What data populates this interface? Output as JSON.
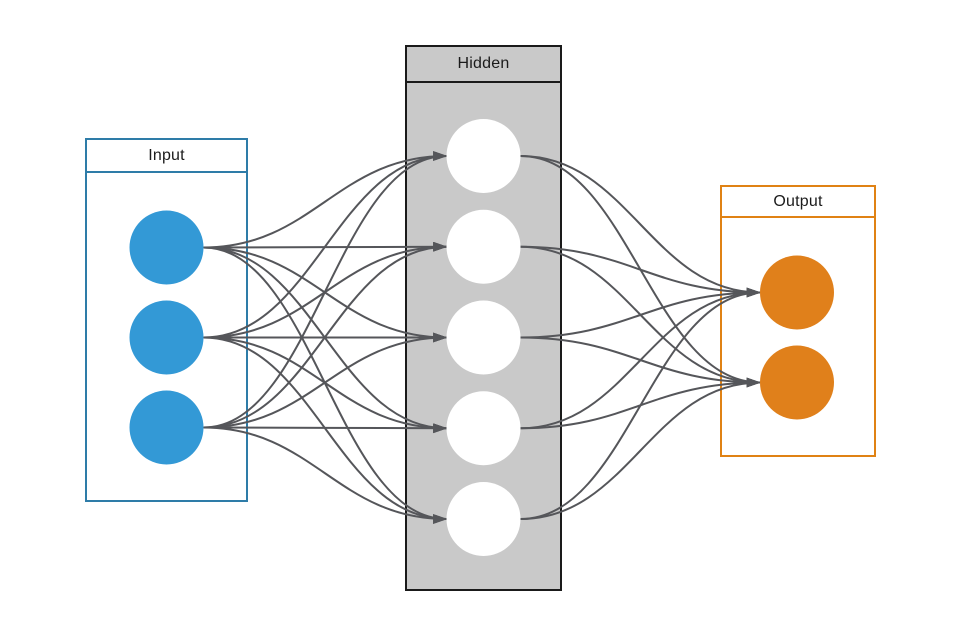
{
  "diagram": {
    "type": "neural-network",
    "edge_color": "#55565A",
    "layers": [
      {
        "id": "input",
        "label": "Input",
        "node_count": 3,
        "node_color": "#3399D6",
        "box_border_color": "#2E7CA8",
        "box_fill_color": "#FFFFFF"
      },
      {
        "id": "hidden",
        "label": "Hidden",
        "node_count": 5,
        "node_color": "#FFFFFF",
        "box_border_color": "#1A1A1A",
        "box_fill_color": "#C9C9C9"
      },
      {
        "id": "output",
        "label": "Output",
        "node_count": 2,
        "node_color": "#E0801B",
        "box_border_color": "#E08214",
        "box_fill_color": "#FFFFFF"
      }
    ],
    "connections": [
      {
        "from": "input",
        "to": "hidden"
      },
      {
        "from": "hidden",
        "to": "output"
      }
    ]
  }
}
